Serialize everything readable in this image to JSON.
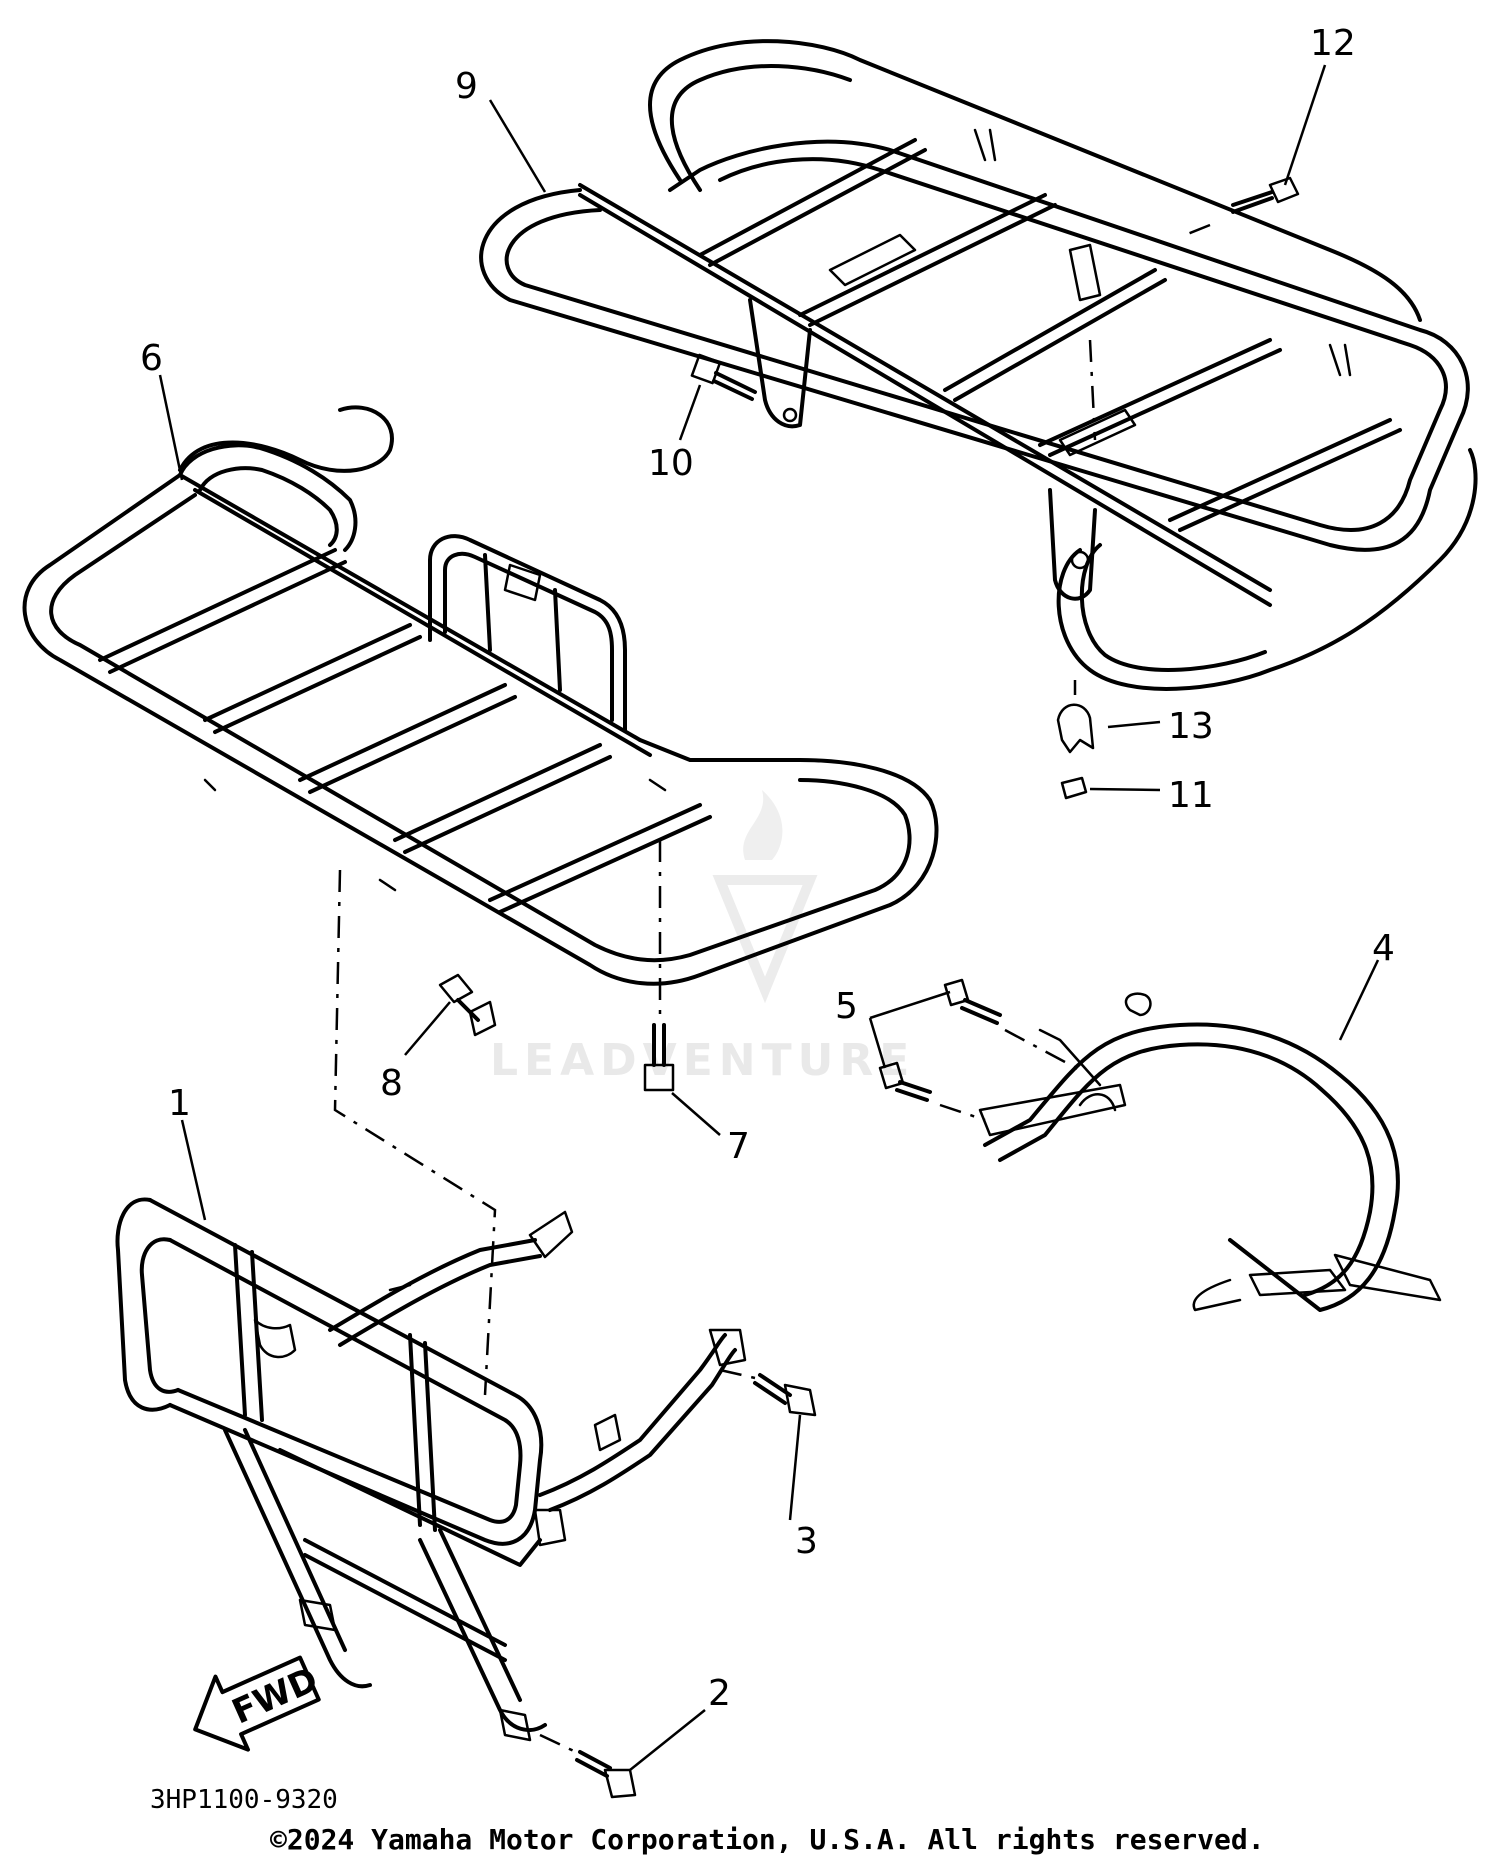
{
  "diagram": {
    "callouts": [
      {
        "label": "1"
      },
      {
        "label": "2"
      },
      {
        "label": "3"
      },
      {
        "label": "4"
      },
      {
        "label": "5"
      },
      {
        "label": "6"
      },
      {
        "label": "7"
      },
      {
        "label": "8"
      },
      {
        "label": "9"
      },
      {
        "label": "10"
      },
      {
        "label": "11"
      },
      {
        "label": "12"
      },
      {
        "label": "13"
      }
    ],
    "direction_label": "FWD",
    "diagram_code": "3HP1100-9320",
    "copyright": "©2024 Yamaha Motor Corporation, U.S.A. All rights reserved.",
    "watermark": "LEADVENTURE"
  }
}
